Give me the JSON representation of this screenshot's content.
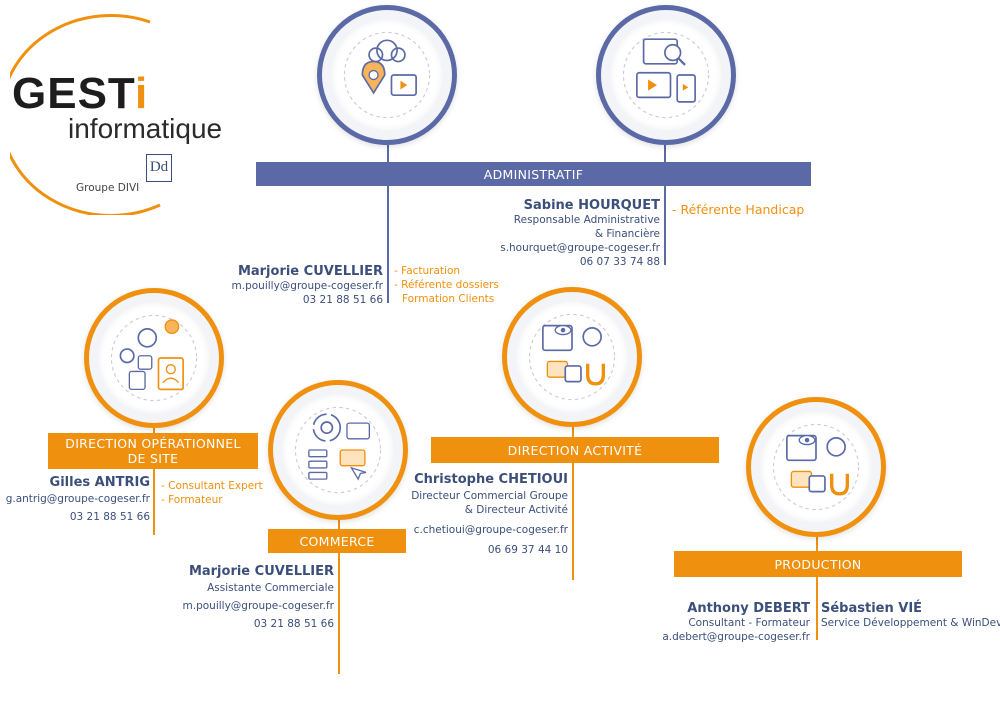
{
  "logo": {
    "brand": "GEST",
    "brand_i": "i",
    "subtitle": "informatique",
    "group": "Groupe DIVI",
    "badge": "Dd"
  },
  "administratif": {
    "banner": "ADMINISTRATIF",
    "person1": {
      "name": "Sabine HOURQUET",
      "role_line1": "Responsable Administrative",
      "role_line2": "& Financière",
      "email": "s.hourquet@groupe-cogeser.fr",
      "phone": "06 07 33 74 88",
      "extra": "- Référente Handicap"
    },
    "person2": {
      "name": "Marjorie CUVELLIER",
      "email": "m.pouilly@groupe-cogeser.fr",
      "phone": "03 21 88 51 66",
      "extra1": "- Facturation",
      "extra2": "- Référente dossiers",
      "extra3": "Formation Clients"
    }
  },
  "direction_site": {
    "banner_line1": "DIRECTION OPÉRATIONNEL",
    "banner_line2": "DE SITE",
    "name": "Gilles ANTRIG",
    "email": "g.antrig@groupe-cogeser.fr",
    "phone": "03 21 88 51 66",
    "extra1": "- Consultant Expert",
    "extra2": "- Formateur"
  },
  "commerce": {
    "banner": "COMMERCE",
    "name": "Marjorie CUVELLIER",
    "role": "Assistante Commerciale",
    "email": "m.pouilly@groupe-cogeser.fr",
    "phone": "03 21 88 51 66"
  },
  "direction_activite": {
    "banner": "DIRECTION ACTIVITÉ",
    "name": "Christophe CHETIOUI",
    "role_line1": "Directeur Commercial Groupe",
    "role_line2": "& Directeur Activité",
    "email": "c.chetioui@groupe-cogeser.fr",
    "phone": "06 69 37 44 10"
  },
  "production": {
    "banner": "PRODUCTION",
    "person1": {
      "name": "Anthony DEBERT",
      "role": "Consultant - Formateur",
      "email": "a.debert@groupe-cogeser.fr"
    },
    "person2": {
      "name": "Sébastien VIÉ",
      "role": "Service Développement & WinDev"
    }
  },
  "colors": {
    "blue": "#5b6aa6",
    "orange": "#f0900f",
    "text": "#3b4f7a"
  },
  "icons": [
    "team-location-icon",
    "devices-icon",
    "contacts-icon",
    "eye-monitor-icon",
    "process-icon",
    "eye-monitor-icon"
  ]
}
